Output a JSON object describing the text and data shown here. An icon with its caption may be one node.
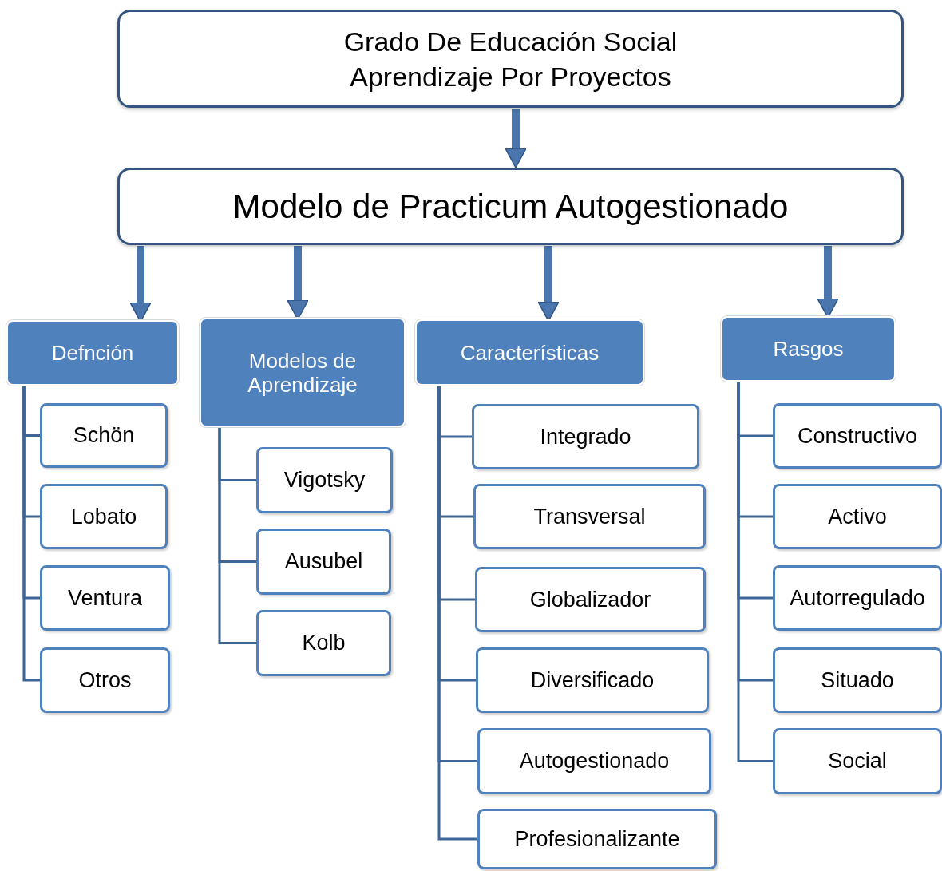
{
  "diagram": {
    "nodes": [
      {
        "text": [
          "Grado De Educación Social Aprendizaje Por Proyectos"
        ]
      },
      {
        "text": [
          "Modelo de Practicum Autogestionado"
        ]
      },
      {
        "text": [
          "Defnción"
        ]
      },
      {
        "text": [
          "Schön"
        ]
      },
      {
        "text": [
          "Lobato"
        ]
      },
      {
        "text": [
          "Ventura"
        ]
      },
      {
        "text": [
          "Otros"
        ]
      },
      {
        "text": [
          "Modelos de Aprendizaje"
        ]
      },
      {
        "text": [
          "Vigotsky"
        ]
      },
      {
        "text": [
          "Ausubel"
        ]
      },
      {
        "text": [
          "Kolb"
        ]
      },
      {
        "text": [
          "Características"
        ]
      },
      {
        "text": [
          "Integrado"
        ]
      },
      {
        "text": [
          "Transversal"
        ]
      },
      {
        "text": [
          "Globalizador"
        ]
      },
      {
        "text": [
          "Diversificado"
        ]
      },
      {
        "text": [
          "Autogestionado"
        ]
      },
      {
        "text": [
          "Profesionalizante"
        ]
      },
      {
        "text": [
          "Rasgos"
        ]
      },
      {
        "text": [
          "Constructivo"
        ]
      },
      {
        "text": [
          "Activo"
        ]
      },
      {
        "text": [
          "Autorregulado"
        ]
      },
      {
        "text": [
          "Situado"
        ]
      },
      {
        "text": [
          "Social"
        ]
      }
    ],
    "edges": [
      {
        "from": 0,
        "to": 1,
        "arrow": "to",
        "style": "thick"
      },
      {
        "from": 1,
        "to": 2,
        "arrow": "to",
        "style": "thick"
      },
      {
        "from": 1,
        "to": 7,
        "arrow": "to",
        "style": "thick"
      },
      {
        "from": 1,
        "to": 11,
        "arrow": "to",
        "style": "thick"
      },
      {
        "from": 1,
        "to": 18,
        "arrow": "to",
        "style": "thick"
      },
      {
        "from": 2,
        "to": 3,
        "arrow": "none"
      },
      {
        "from": 2,
        "to": 4,
        "arrow": "none"
      },
      {
        "from": 2,
        "to": 5,
        "arrow": "none"
      },
      {
        "from": 2,
        "to": 6,
        "arrow": "none"
      },
      {
        "from": 7,
        "to": 8,
        "arrow": "none"
      },
      {
        "from": 7,
        "to": 9,
        "arrow": "none"
      },
      {
        "from": 7,
        "to": 10,
        "arrow": "none"
      },
      {
        "from": 11,
        "to": 12,
        "arrow": "none"
      },
      {
        "from": 11,
        "to": 13,
        "arrow": "none"
      },
      {
        "from": 11,
        "to": 14,
        "arrow": "none"
      },
      {
        "from": 11,
        "to": 15,
        "arrow": "none"
      },
      {
        "from": 11,
        "to": 16,
        "arrow": "none"
      },
      {
        "from": 11,
        "to": 17,
        "arrow": "none"
      },
      {
        "from": 18,
        "to": 19,
        "arrow": "none"
      },
      {
        "from": 18,
        "to": 20,
        "arrow": "none"
      },
      {
        "from": 18,
        "to": 21,
        "arrow": "none"
      },
      {
        "from": 18,
        "to": 22,
        "arrow": "none"
      },
      {
        "from": 18,
        "to": 23,
        "arrow": "none"
      }
    ]
  }
}
